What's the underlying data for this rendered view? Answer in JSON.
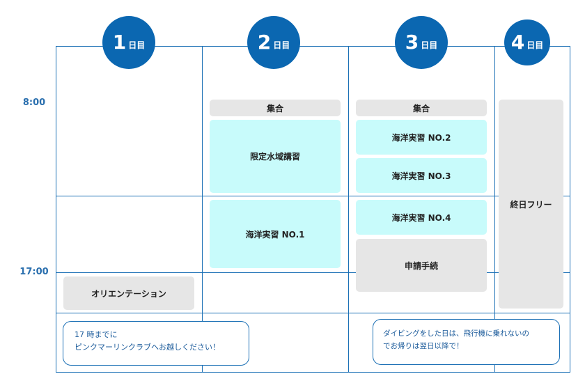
{
  "days": [
    {
      "num": "1",
      "unit": "日目"
    },
    {
      "num": "2",
      "unit": "日目"
    },
    {
      "num": "3",
      "unit": "日目"
    },
    {
      "num": "4",
      "unit": "日目"
    }
  ],
  "times": [
    "8:00",
    "17:00"
  ],
  "schedule": {
    "day1": {
      "orientation": "オリエンテーション"
    },
    "day2": {
      "gather": "集合",
      "limited_water": "限定水域講習",
      "ocean_1": "海洋実習 NO.1"
    },
    "day3": {
      "gather": "集合",
      "ocean_2": "海洋実習 NO.2",
      "ocean_3": "海洋実習 NO.3",
      "ocean_4": "海洋実習 NO.4",
      "application": "申請手続"
    },
    "day4": {
      "free": "終日フリー"
    }
  },
  "notes": {
    "left": [
      "17 時までに",
      "ピンクマーリンクラブへお越しください！"
    ],
    "right": [
      "ダイビングをした日は、飛行機に乗れないの",
      "でお帰りは翌日以降で！"
    ]
  },
  "colors": {
    "accent": "#0b67b1",
    "line": "#1a6fb5",
    "gray_block": "#e6e6e6",
    "cyan_block": "#c8fbfb"
  }
}
